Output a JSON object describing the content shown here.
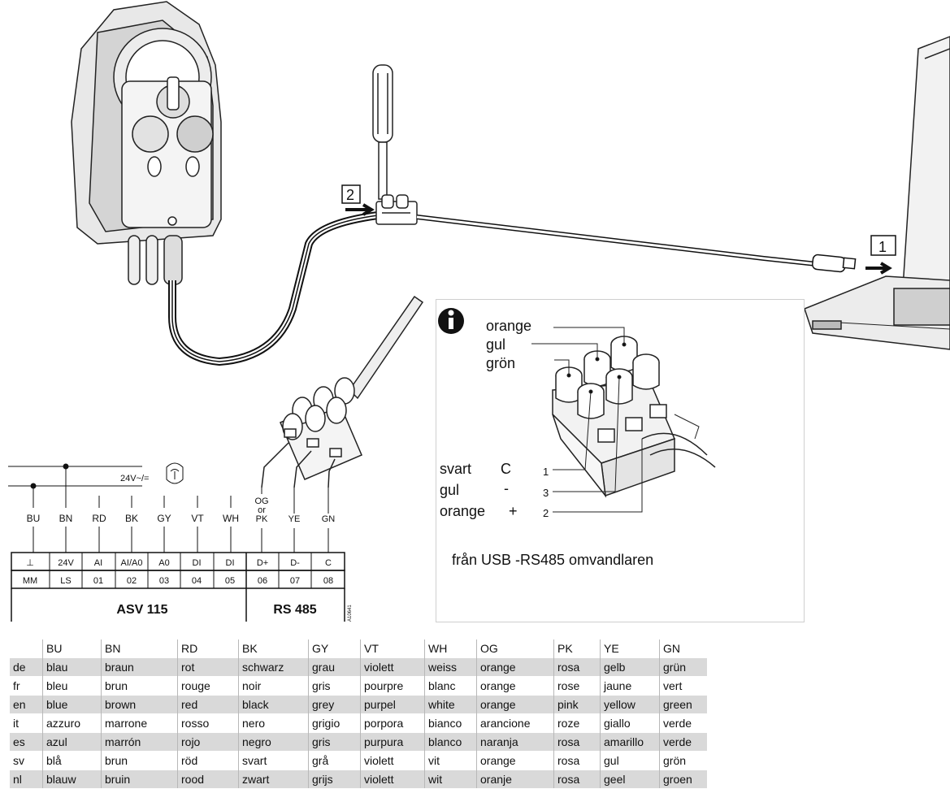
{
  "callouts": {
    "converter_number": "1",
    "terminal_number": "2"
  },
  "info": {
    "top_labels": [
      "orange",
      "gul",
      "grön"
    ],
    "wire_rows": [
      {
        "color": "svart",
        "signal": "C",
        "pin": "1"
      },
      {
        "color": "gul",
        "signal": "-",
        "pin": "3"
      },
      {
        "color": "orange",
        "signal": "+",
        "pin": "2"
      }
    ],
    "caption": "från USB -RS485 omvandlaren"
  },
  "wiring": {
    "supply_label": "24V~/=",
    "wire_codes": [
      "BU",
      "BN",
      "RD",
      "BK",
      "GY",
      "VT",
      "WH"
    ],
    "bus_codes": [
      "OG\nor\nPK",
      "YE",
      "GN"
    ],
    "signals": [
      "⊥",
      "24V",
      "AI",
      "AI/A0",
      "A0",
      "DI",
      "DI",
      "D+",
      "D-",
      "C"
    ],
    "terminals": [
      "MM",
      "LS",
      "01",
      "02",
      "03",
      "04",
      "05",
      "06",
      "07",
      "08"
    ],
    "group_left": "ASV 115",
    "group_right": "RS 485",
    "doc_code": "A10641"
  },
  "color_table": {
    "headers": [
      "",
      "BU",
      "BN",
      "RD",
      "BK",
      "GY",
      "VT",
      "WH",
      "OG",
      "PK",
      "YE",
      "GN"
    ],
    "rows": [
      [
        "de",
        "blau",
        "braun",
        "rot",
        "schwarz",
        "grau",
        "violett",
        "weiss",
        "orange",
        "rosa",
        "gelb",
        "grün"
      ],
      [
        "fr",
        "bleu",
        "brun",
        "rouge",
        "noir",
        "gris",
        "pourpre",
        "blanc",
        "orange",
        "rose",
        "jaune",
        "vert"
      ],
      [
        "en",
        "blue",
        "brown",
        "red",
        "black",
        "grey",
        "purpel",
        "white",
        "orange",
        "pink",
        "yellow",
        "green"
      ],
      [
        "it",
        "azzuro",
        "marrone",
        "rosso",
        "nero",
        "grigio",
        "porpora",
        "bianco",
        "arancione",
        "roze",
        "giallo",
        "verde"
      ],
      [
        "es",
        "azul",
        "marrón",
        "rojo",
        "negro",
        "gris",
        "purpura",
        "blanco",
        "naranja",
        "rosa",
        "amarillo",
        "verde"
      ],
      [
        "sv",
        "blå",
        "brun",
        "röd",
        "svart",
        "grå",
        "violett",
        "vit",
        "orange",
        "rosa",
        "gul",
        "grön"
      ],
      [
        "nl",
        "blauw",
        "bruin",
        "rood",
        "zwart",
        "grijs",
        "violett",
        "wit",
        "oranje",
        "rosa",
        "geel",
        "groen"
      ]
    ]
  }
}
